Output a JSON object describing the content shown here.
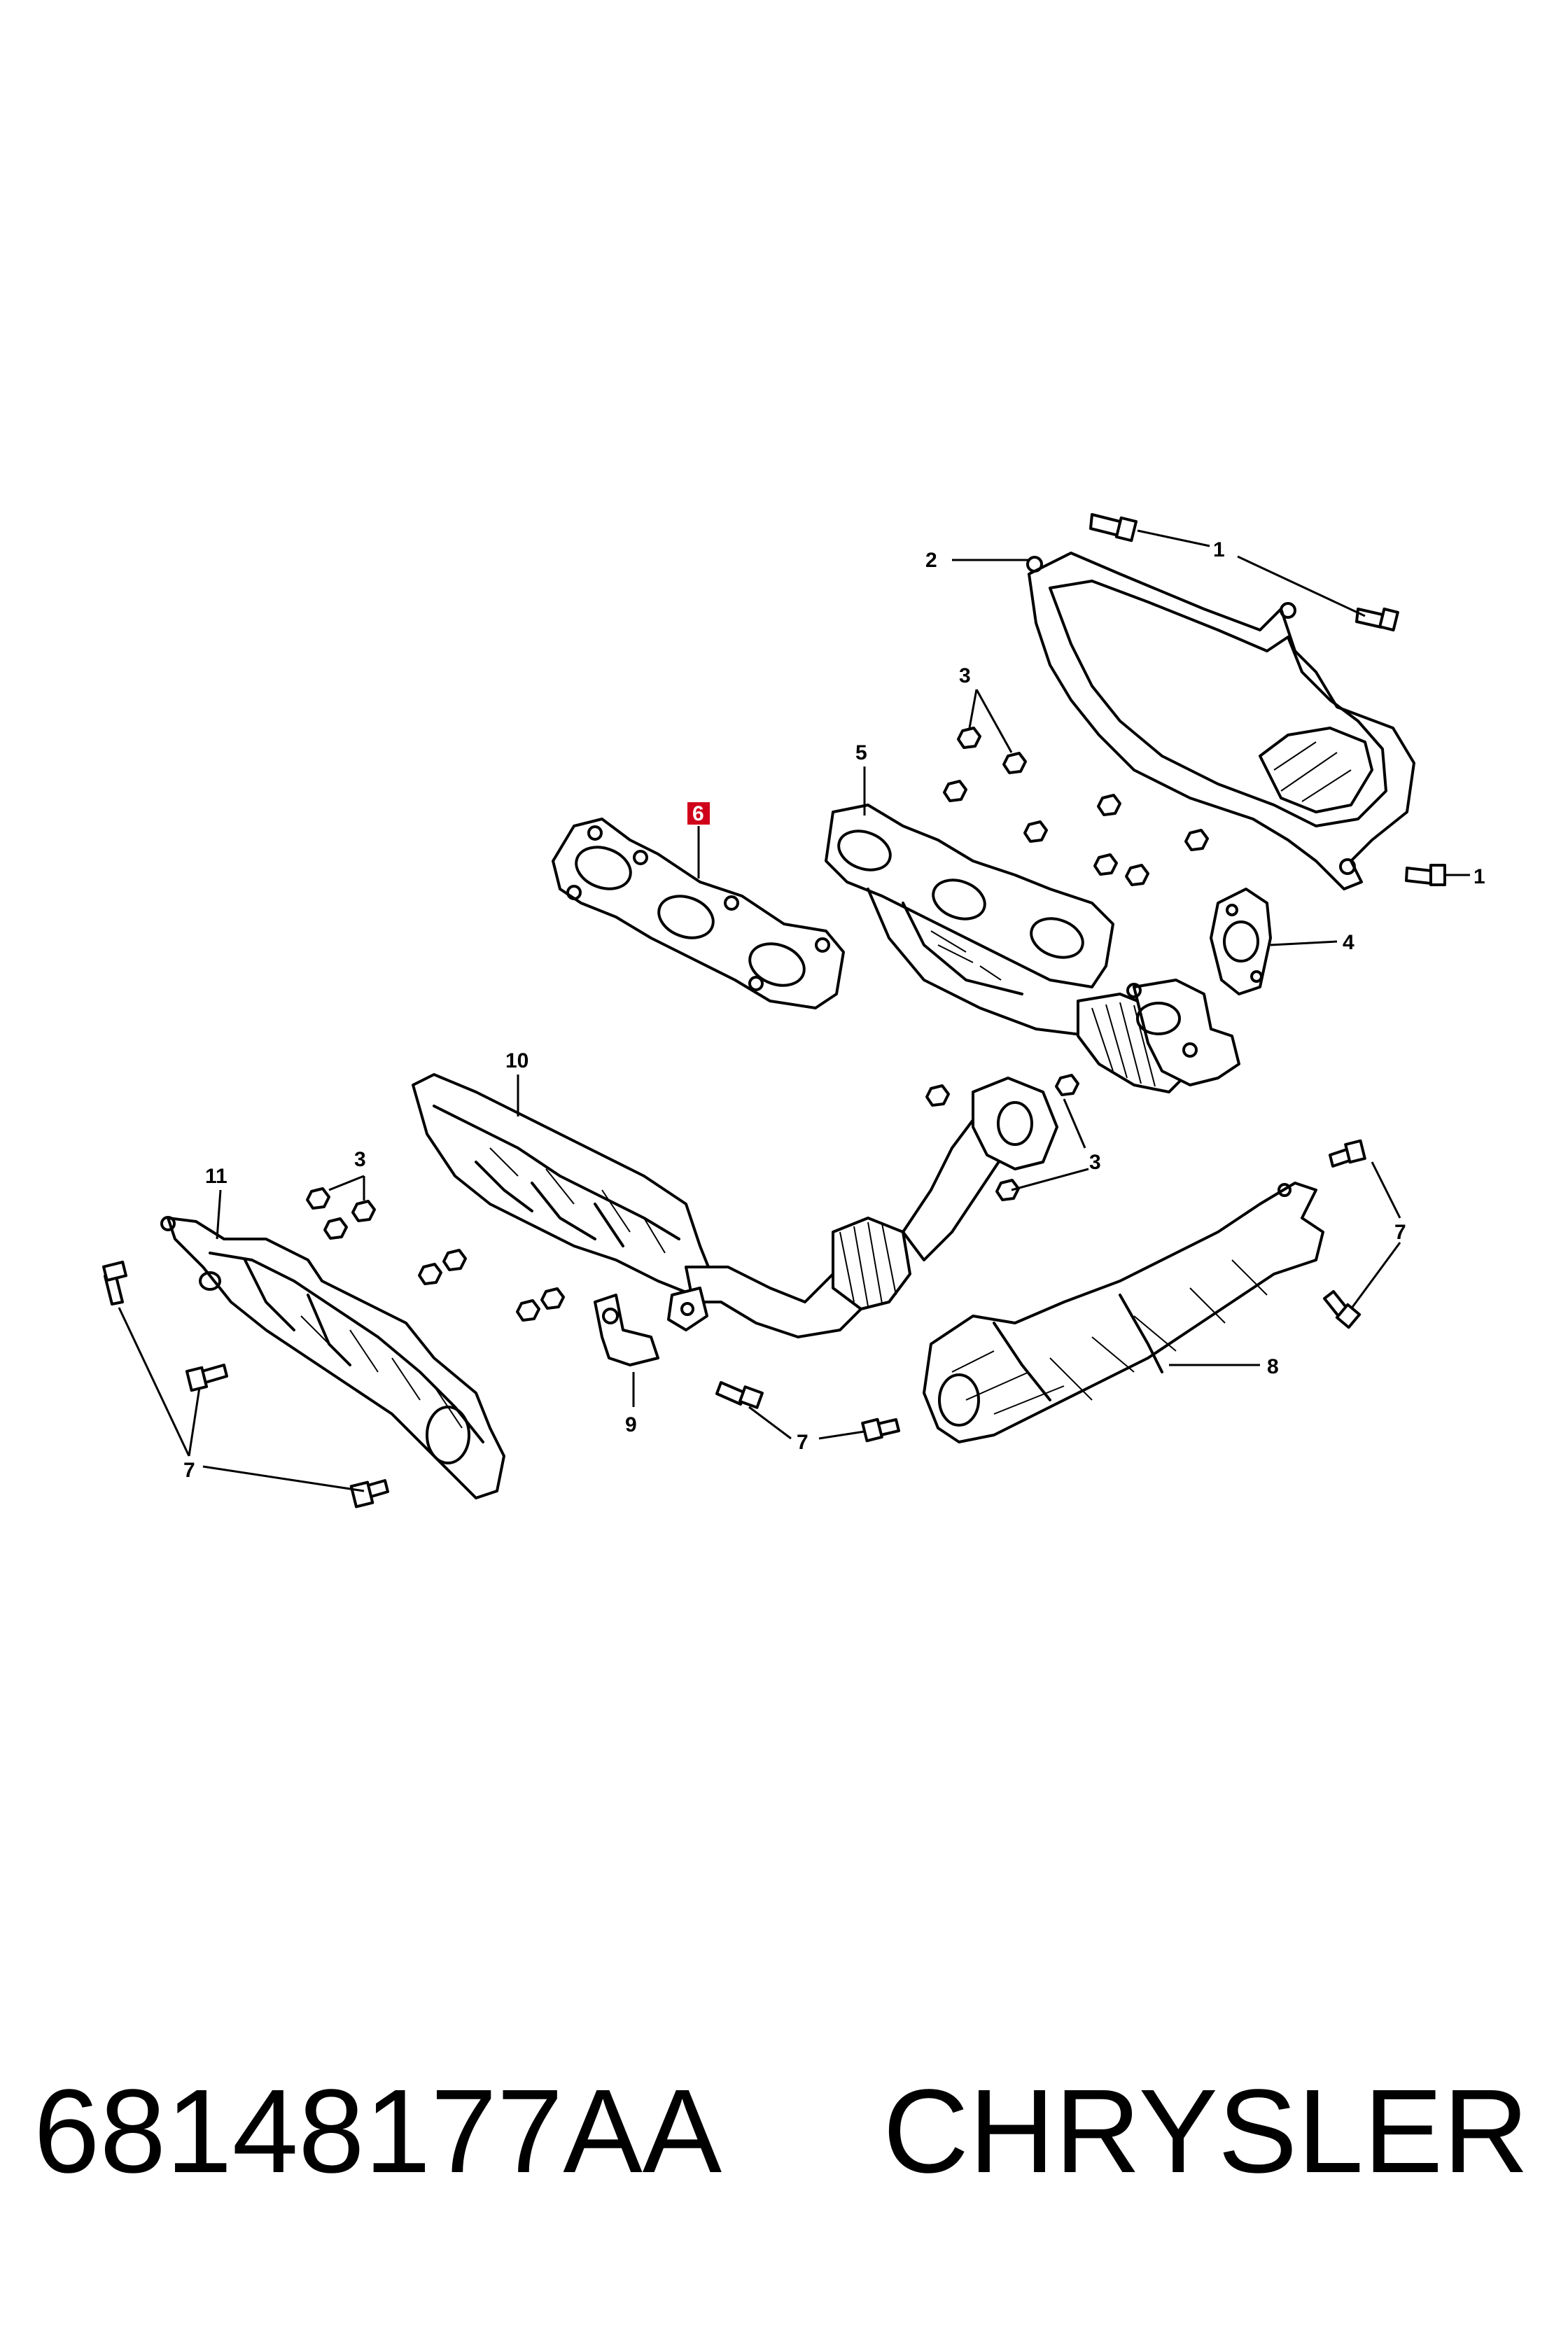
{
  "callouts": {
    "c1a": "1",
    "c1b": "1",
    "c2": "2",
    "c3a": "3",
    "c3b": "3",
    "c3c": "3",
    "c4": "4",
    "c5": "5",
    "c6": "6",
    "c7a": "7",
    "c7b": "7",
    "c7c": "7",
    "c8": "8",
    "c9": "9",
    "c10": "10",
    "c11": "11"
  },
  "highlighted_callout": "6",
  "highlight_color": "#d0021b",
  "caption": {
    "part_number": "68148177AA",
    "brand": "CHRYSLER"
  }
}
